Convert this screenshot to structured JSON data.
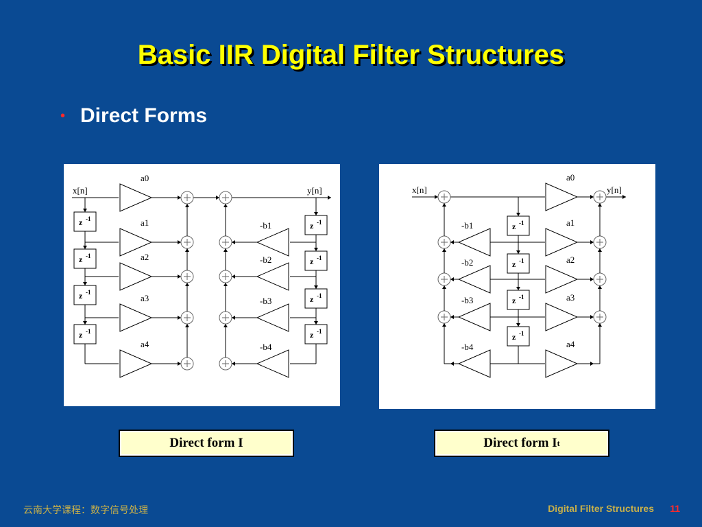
{
  "slide": {
    "title": "Basic IIR Digital Filter Structures",
    "bullet": "Direct Forms"
  },
  "diagram_left": {
    "input": "x[n]",
    "output": "y[n]",
    "delay": "z",
    "delay_exp": "-1",
    "ff": [
      "a0",
      "a1",
      "a2",
      "a3",
      "a4"
    ],
    "fb": [
      "-b1",
      "-b2",
      "-b3",
      "-b4"
    ],
    "caption": "Direct form I"
  },
  "diagram_right": {
    "input": "x[n]",
    "output": "y[n]",
    "delay": "z",
    "delay_exp": "-1",
    "ff": [
      "a0",
      "a1",
      "a2",
      "a3",
      "a4"
    ],
    "fb": [
      "-b1",
      "-b2",
      "-b3",
      "-b4"
    ],
    "caption_main": "Direct form I",
    "caption_sub": "t"
  },
  "footer": {
    "course": "云南大学课程：数字信号处理",
    "topic": "Digital Filter Structures",
    "page": "11"
  }
}
